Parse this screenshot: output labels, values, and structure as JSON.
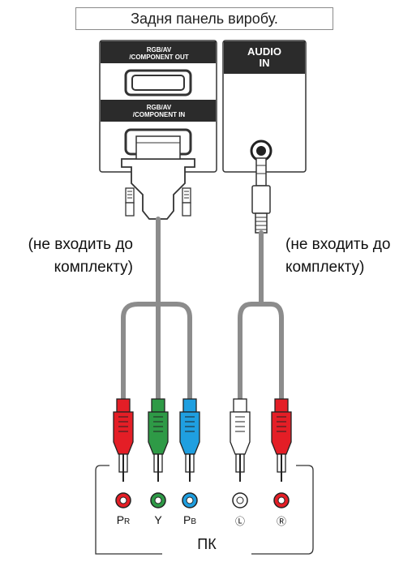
{
  "title": "Задня панель виробу.",
  "device_panel": {
    "out_port_label_1": "RGB/AV",
    "out_port_label_2": "/COMPONENT OUT",
    "in_port_label_1": "RGB/AV",
    "in_port_label_2": "/COMPONENT IN",
    "audio_label_1": "AUDIO",
    "audio_label_2": "IN"
  },
  "notes": {
    "left_line1": "(не входить до",
    "left_line2": "комплекту)",
    "right_line1": "(не входить до",
    "right_line2": "комплекту)"
  },
  "pc": {
    "title": "ПК",
    "port_pr": "P",
    "port_pr_sub": "R",
    "port_y": "Y",
    "port_pb": "P",
    "port_pb_sub": "B",
    "port_l": "Ⓛ",
    "port_r": "Ⓡ"
  },
  "colors": {
    "red": "#e41e26",
    "green": "#2e9a46",
    "blue": "#1f9fe0",
    "white": "#ffffff",
    "panel_dark": "#2b2b2b",
    "cable": "#8c8c8c"
  }
}
